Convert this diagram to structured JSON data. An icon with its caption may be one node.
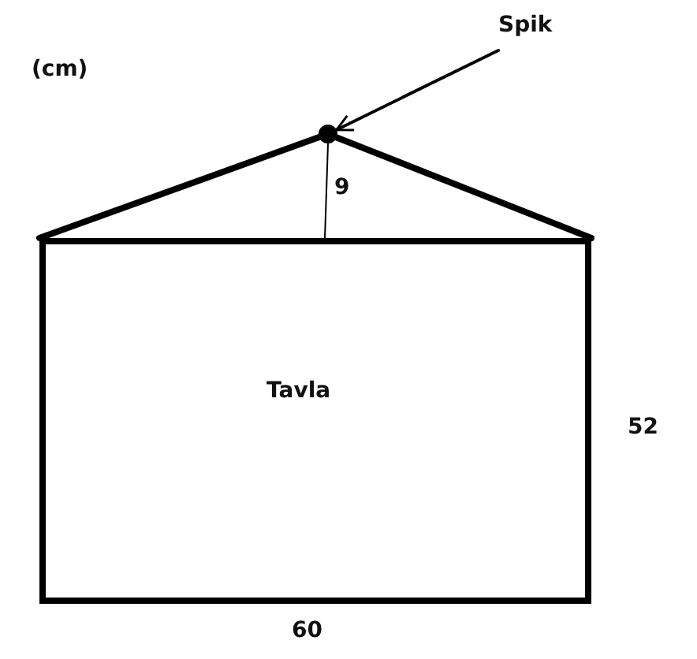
{
  "diagram": {
    "nodes": [
      {
        "text": [
          "Spik"
        ]
      },
      {
        "text": [],
        "shape": "circle"
      },
      {
        "text": [
          "Tavla"
        ]
      }
    ],
    "edges": [
      {
        "from": 0,
        "to": 1,
        "arrow": "to"
      },
      {
        "from": 1,
        "to": 2,
        "arrow": "none"
      },
      {
        "from": 1,
        "to": 2,
        "arrow": "none"
      }
    ],
    "labels": [
      "(cm)",
      "9",
      "52",
      "60"
    ]
  }
}
